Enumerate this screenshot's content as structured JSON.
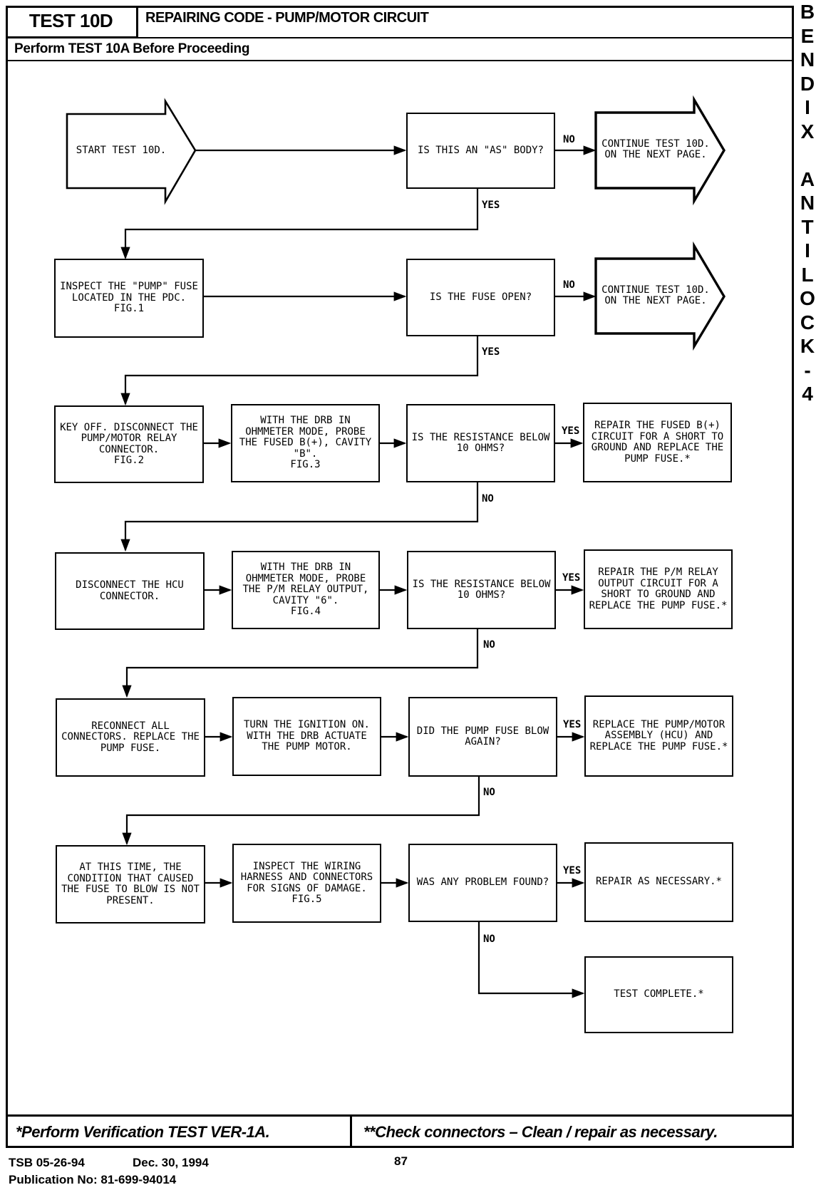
{
  "header": {
    "test_id": "TEST 10D",
    "title": "REPAIRING CODE - PUMP/MOTOR CIRCUIT",
    "prerequisite": "Perform TEST 10A Before Proceeding"
  },
  "side_banner": {
    "letters": [
      "B",
      "E",
      "N",
      "D",
      "I",
      "X",
      "",
      "A",
      "N",
      "T",
      "I",
      "L",
      "O",
      "C",
      "K",
      "-",
      "4"
    ]
  },
  "flowchart": {
    "nodes": {
      "start": "START TEST 10D.",
      "q_abs": "IS THIS AN \"AS\" BODY?",
      "cont1": "CONTINUE TEST 10D. ON THE NEXT PAGE.",
      "inspect_fuse": "INSPECT THE \"PUMP\" FUSE LOCATED IN THE PDC.\nFIG.1",
      "q_fuse": "IS THE FUSE OPEN?",
      "cont2": "CONTINUE TEST 10D. ON THE NEXT PAGE.",
      "key_off": "KEY OFF. DISCONNECT THE PUMP/MOTOR RELAY CONNECTOR.\nFIG.2",
      "probe_fused": "WITH THE DRB IN OHMMETER MODE, PROBE THE FUSED B(+), CAVITY \"B\".\nFIG.3",
      "q_res1": "IS THE RESISTANCE BELOW 10 OHMS?",
      "repair_fused": "REPAIR THE FUSED B(+) CIRCUIT FOR A SHORT TO GROUND AND REPLACE THE PUMP FUSE.*",
      "disc_hcu": "DISCONNECT THE HCU CONNECTOR.",
      "probe_relay": "WITH THE DRB IN OHMMETER MODE, PROBE THE P/M RELAY OUTPUT, CAVITY \"6\".\nFIG.4",
      "q_res2": "IS THE RESISTANCE BELOW 10 OHMS?",
      "repair_relay": "REPAIR THE P/M RELAY OUTPUT CIRCUIT FOR A SHORT TO GROUND AND REPLACE THE PUMP FUSE.*",
      "reconnect": "RECONNECT ALL CONNECTORS. REPLACE THE PUMP FUSE.",
      "ignition": "TURN THE IGNITION ON. WITH THE DRB ACTUATE THE PUMP MOTOR.",
      "q_blow": "DID THE PUMP FUSE BLOW AGAIN?",
      "replace_hcu": "REPLACE THE PUMP/MOTOR ASSEMBLY (HCU) AND REPLACE THE PUMP FUSE.*",
      "not_present": "AT THIS TIME, THE CONDITION THAT CAUSED THE FUSE TO BLOW IS NOT PRESENT.",
      "inspect_wiring": "INSPECT THE WIRING HARNESS AND CONNECTORS FOR SIGNS OF DAMAGE.\nFIG.5",
      "q_problem": "WAS ANY PROBLEM FOUND?",
      "repair_nec": "REPAIR AS NECESSARY.*",
      "complete": "TEST COMPLETE.*"
    },
    "edge_labels": {
      "no": "NO",
      "yes": "YES"
    }
  },
  "footer": {
    "left_note": "*Perform Verification TEST VER-1A.",
    "right_note": "**Check connectors – Clean / repair as necessary.",
    "tsb": "TSB 05-26-94",
    "date": "Dec. 30, 1994",
    "page": "87",
    "publication": "Publication No: 81-699-94014"
  }
}
